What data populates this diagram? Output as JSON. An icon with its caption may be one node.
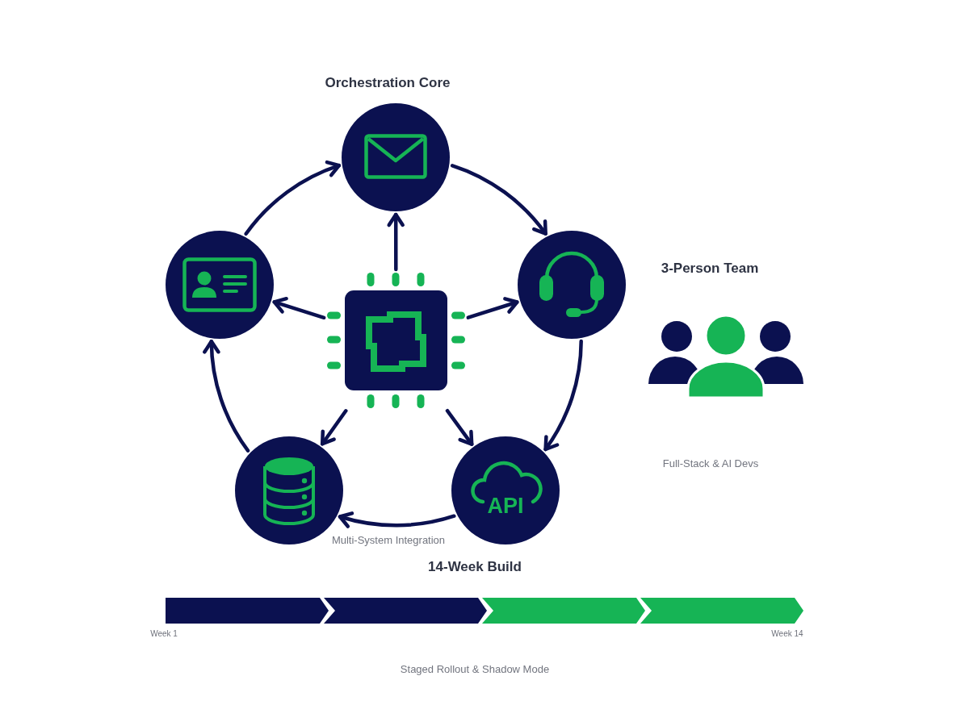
{
  "diagram": {
    "nodes": [
      {
        "text": [],
        "shape": "circle"
      },
      {
        "text": [],
        "shape": "circle"
      },
      {
        "text": [],
        "shape": "picture"
      },
      {
        "text": [],
        "shape": "circle"
      },
      {
        "text": [],
        "shape": "circle"
      },
      {
        "text": [
          "API"
        ]
      }
    ],
    "edges": [
      {
        "from": 2,
        "to": 0,
        "arrow": "to"
      },
      {
        "from": 2,
        "to": 1,
        "arrow": "to"
      },
      {
        "from": 2,
        "to": 3,
        "arrow": "to"
      },
      {
        "from": 2,
        "to": 4,
        "arrow": "to"
      },
      {
        "from": 2,
        "to": 5,
        "arrow": "to"
      },
      {
        "from": 1,
        "to": 0,
        "arrow": "to"
      },
      {
        "from": 0,
        "to": 3,
        "arrow": "to"
      },
      {
        "from": 3,
        "to": 5,
        "arrow": "to"
      },
      {
        "from": 5,
        "to": 4,
        "arrow": "to"
      },
      {
        "from": 4,
        "to": 1,
        "arrow": "to"
      }
    ],
    "labels": [
      "Orchestration Core",
      "3-Person Team",
      "Full-Stack & AI Devs",
      "Multi-System Integration",
      "14-Week Build",
      "Week 1",
      "Week 14",
      "Staged Rollout & Shadow Mode"
    ]
  }
}
